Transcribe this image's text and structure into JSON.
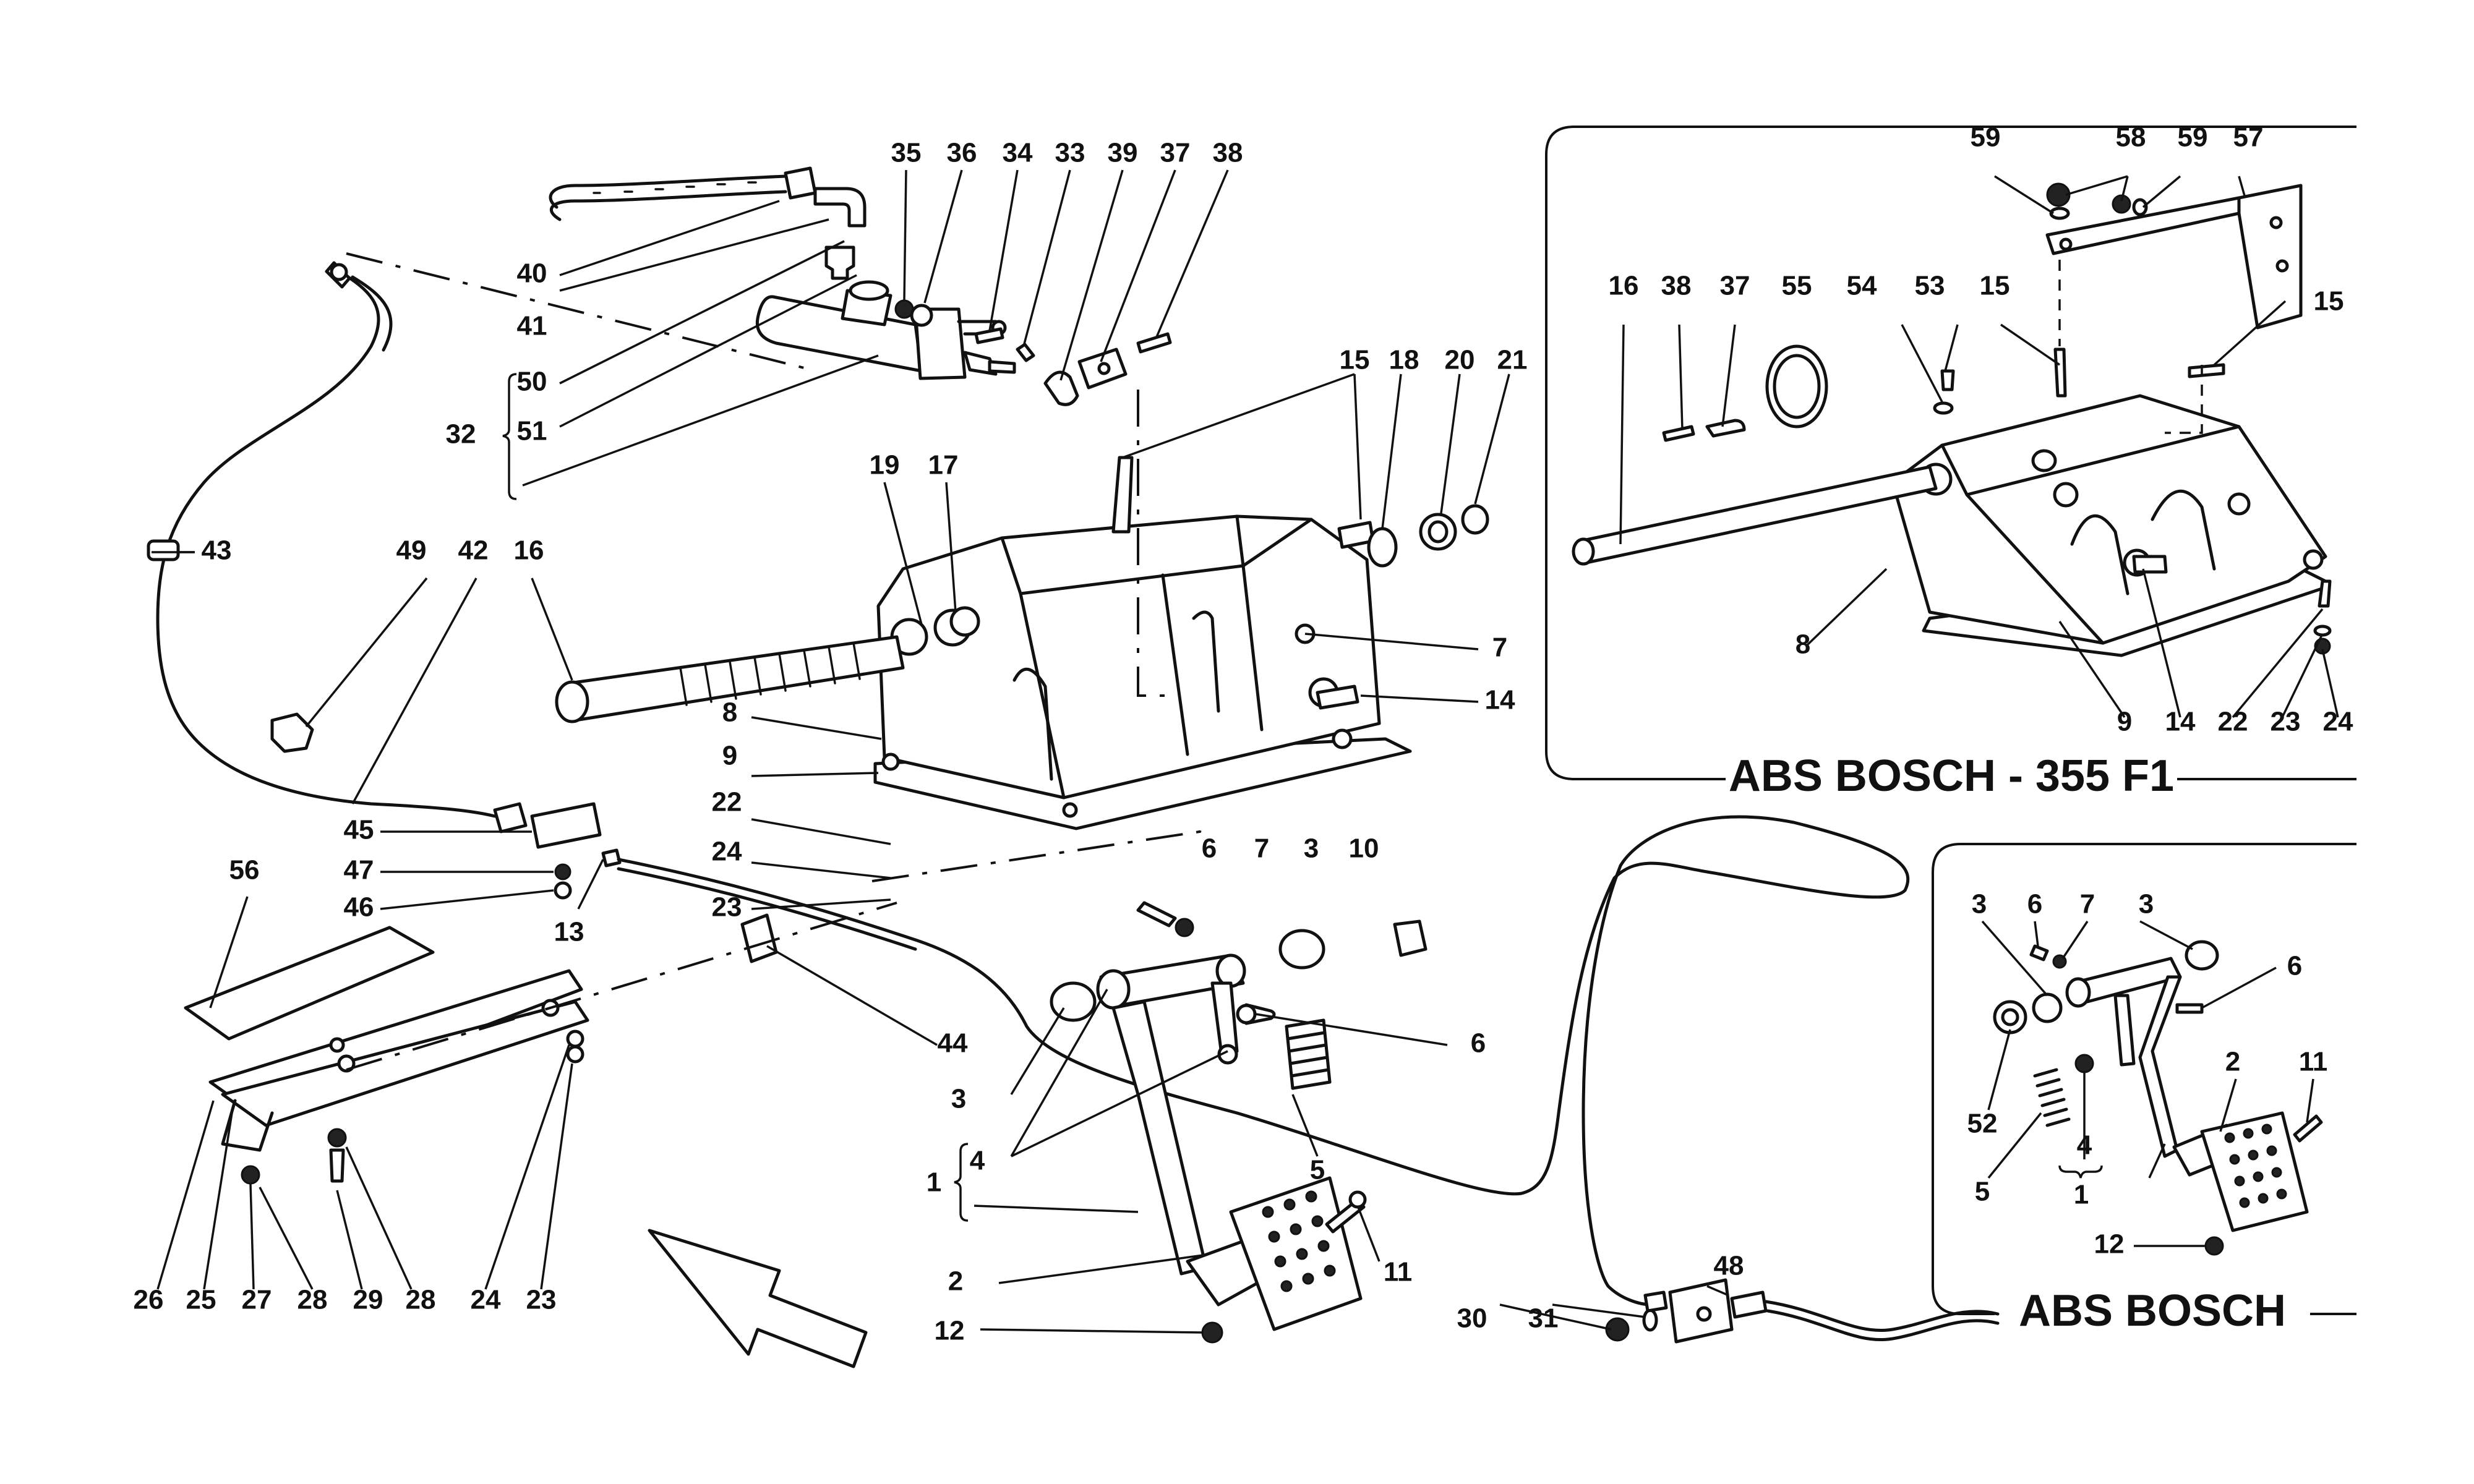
{
  "panels": {
    "f1_title": "ABS BOSCH - 355 F1",
    "abs_title": "ABS BOSCH"
  },
  "callouts": {
    "main": [
      {
        "id": "m-40",
        "text": "40"
      },
      {
        "id": "m-41",
        "text": "41"
      },
      {
        "id": "m-50",
        "text": "50"
      },
      {
        "id": "m-51",
        "text": "51"
      },
      {
        "id": "m-32",
        "text": "32"
      },
      {
        "id": "m-35",
        "text": "35"
      },
      {
        "id": "m-36",
        "text": "36"
      },
      {
        "id": "m-34",
        "text": "34"
      },
      {
        "id": "m-33",
        "text": "33"
      },
      {
        "id": "m-39",
        "text": "39"
      },
      {
        "id": "m-37",
        "text": "37"
      },
      {
        "id": "m-38",
        "text": "38"
      },
      {
        "id": "m-15",
        "text": "15"
      },
      {
        "id": "m-18",
        "text": "18"
      },
      {
        "id": "m-20",
        "text": "20"
      },
      {
        "id": "m-21",
        "text": "21"
      },
      {
        "id": "m-19",
        "text": "19"
      },
      {
        "id": "m-17",
        "text": "17"
      },
      {
        "id": "m-7a",
        "text": "7"
      },
      {
        "id": "m-14",
        "text": "14"
      },
      {
        "id": "m-43",
        "text": "43"
      },
      {
        "id": "m-49",
        "text": "49"
      },
      {
        "id": "m-42",
        "text": "42"
      },
      {
        "id": "m-16",
        "text": "16"
      },
      {
        "id": "m-8",
        "text": "8"
      },
      {
        "id": "m-9",
        "text": "9"
      },
      {
        "id": "m-22",
        "text": "22"
      },
      {
        "id": "m-24a",
        "text": "24"
      },
      {
        "id": "m-23a",
        "text": "23"
      },
      {
        "id": "m-45",
        "text": "45"
      },
      {
        "id": "m-47",
        "text": "47"
      },
      {
        "id": "m-46",
        "text": "46"
      },
      {
        "id": "m-56",
        "text": "56"
      },
      {
        "id": "m-13",
        "text": "13"
      },
      {
        "id": "m-44",
        "text": "44"
      },
      {
        "id": "m-6a",
        "text": "6"
      },
      {
        "id": "m-7b",
        "text": "7"
      },
      {
        "id": "m-3a",
        "text": "3"
      },
      {
        "id": "m-10",
        "text": "10"
      },
      {
        "id": "m-6b",
        "text": "6"
      },
      {
        "id": "m-3b",
        "text": "3"
      },
      {
        "id": "m-4",
        "text": "4"
      },
      {
        "id": "m-5",
        "text": "5"
      },
      {
        "id": "m-1",
        "text": "1"
      },
      {
        "id": "m-2",
        "text": "2"
      },
      {
        "id": "m-11",
        "text": "11"
      },
      {
        "id": "m-12",
        "text": "12"
      },
      {
        "id": "m-26",
        "text": "26"
      },
      {
        "id": "m-25",
        "text": "25"
      },
      {
        "id": "m-27",
        "text": "27"
      },
      {
        "id": "m-28a",
        "text": "28"
      },
      {
        "id": "m-29",
        "text": "29"
      },
      {
        "id": "m-28b",
        "text": "28"
      },
      {
        "id": "m-24b",
        "text": "24"
      },
      {
        "id": "m-23b",
        "text": "23"
      },
      {
        "id": "m-30",
        "text": "30"
      },
      {
        "id": "m-31",
        "text": "31"
      },
      {
        "id": "m-48",
        "text": "48"
      }
    ],
    "f1": [
      {
        "id": "f-59a",
        "text": "59"
      },
      {
        "id": "f-58",
        "text": "58"
      },
      {
        "id": "f-59b",
        "text": "59"
      },
      {
        "id": "f-57",
        "text": "57"
      },
      {
        "id": "f-16",
        "text": "16"
      },
      {
        "id": "f-38",
        "text": "38"
      },
      {
        "id": "f-37",
        "text": "37"
      },
      {
        "id": "f-55",
        "text": "55"
      },
      {
        "id": "f-54",
        "text": "54"
      },
      {
        "id": "f-53",
        "text": "53"
      },
      {
        "id": "f-15a",
        "text": "15"
      },
      {
        "id": "f-15b",
        "text": "15"
      },
      {
        "id": "f-8",
        "text": "8"
      },
      {
        "id": "f-9",
        "text": "9"
      },
      {
        "id": "f-14",
        "text": "14"
      },
      {
        "id": "f-22",
        "text": "22"
      },
      {
        "id": "f-23",
        "text": "23"
      },
      {
        "id": "f-24",
        "text": "24"
      }
    ],
    "abs": [
      {
        "id": "a-3a",
        "text": "3"
      },
      {
        "id": "a-6a",
        "text": "6"
      },
      {
        "id": "a-7",
        "text": "7"
      },
      {
        "id": "a-3b",
        "text": "3"
      },
      {
        "id": "a-6b",
        "text": "6"
      },
      {
        "id": "a-52",
        "text": "52"
      },
      {
        "id": "a-2",
        "text": "2"
      },
      {
        "id": "a-11",
        "text": "11"
      },
      {
        "id": "a-5",
        "text": "5"
      },
      {
        "id": "a-4",
        "text": "4"
      },
      {
        "id": "a-1",
        "text": "1"
      },
      {
        "id": "a-12",
        "text": "12"
      }
    ]
  }
}
